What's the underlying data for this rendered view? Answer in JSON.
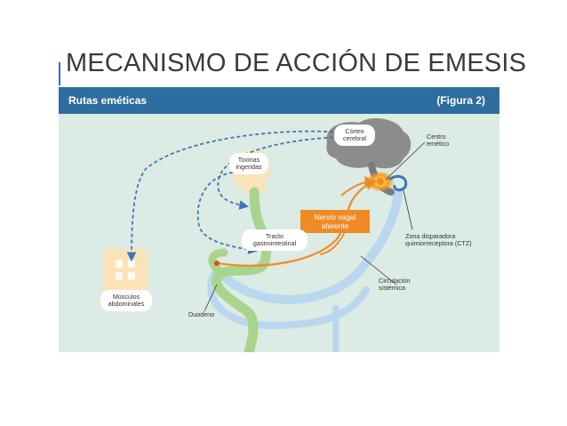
{
  "slide": {
    "title": "MECANISMO DE ACCIÓN DE EMESIS"
  },
  "figure": {
    "header_left": "Rutas eméticas",
    "header_right": "(Figura 2)",
    "labels": {
      "cortex": "Córtex\ncerebral",
      "centro": "Centro\nemético",
      "toxinas": "Toxinas\ningeridas",
      "nervio": "Nervio vagal\naferente",
      "tracto": "Tracto\ngastrointestinal",
      "ctz": "Zona disparadora\nquimiorreceptora (CTZ)",
      "circulacion": "Circulación\nsistémica",
      "musculos": "Músculos\nabdominales",
      "duodeno": "Duodeno"
    }
  },
  "colors": {
    "header_bg": "#2d6d9f",
    "figure_bg": "#dcebe3",
    "vagal_orange": "#f08a24",
    "circulation_blue": "#b9d7ee",
    "dashed_blue": "#3a78b8",
    "gi_green": "#a8d48c",
    "head_cream": "#fbe3b8",
    "brain_gray": "#8c8c8c"
  }
}
